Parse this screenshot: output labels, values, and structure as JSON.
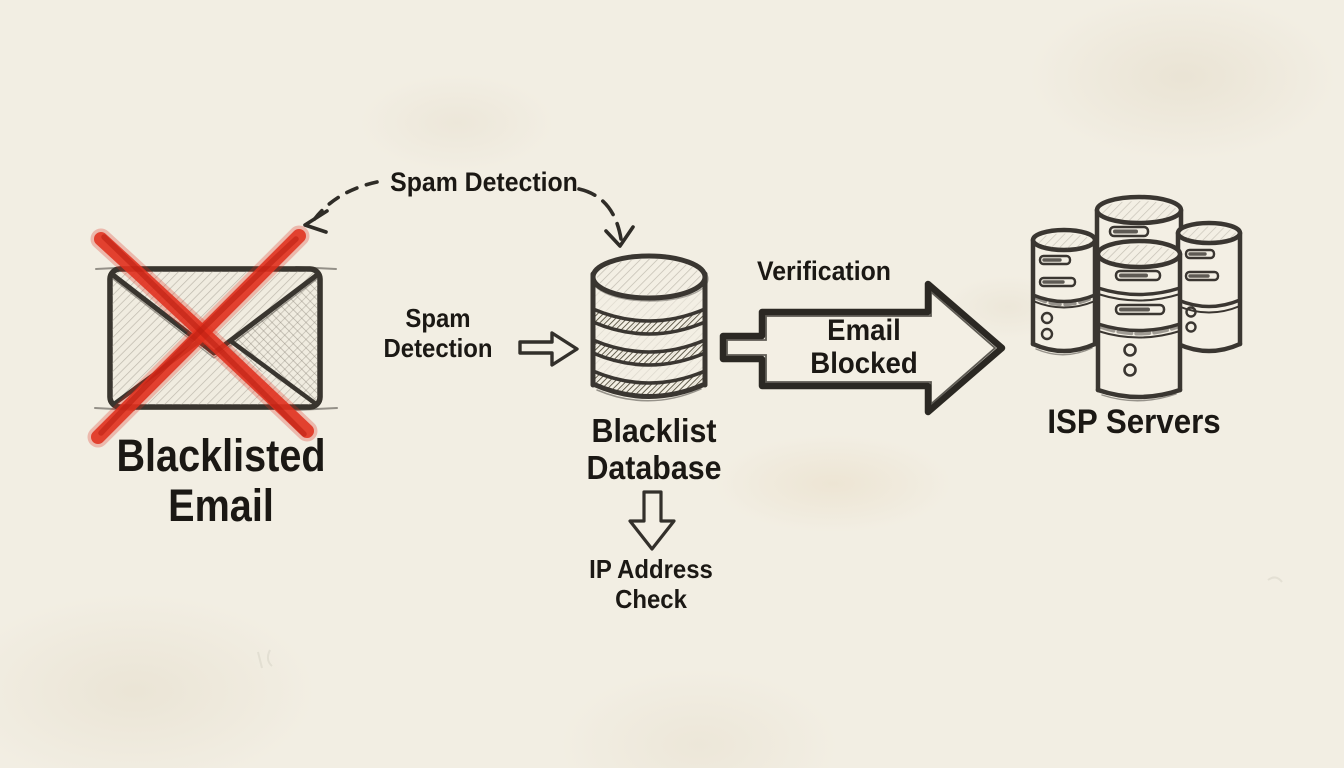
{
  "canvas": {
    "background": "#f2eee3",
    "ink": "#38342e",
    "text_color": "#1b1814",
    "accent_red": "#e0301e"
  },
  "nodes": {
    "blacklisted_email": {
      "icon": "envelope-crossed-red-x-icon",
      "label_line1": "Blacklisted",
      "label_line2": "Email"
    },
    "blacklist_database": {
      "icon": "database-cylinder-icon",
      "label_line1": "Blacklist",
      "label_line2": "Database"
    },
    "isp_servers": {
      "icon": "server-cluster-icon",
      "label": "ISP Servers"
    }
  },
  "flows": {
    "spam_detection_arc": {
      "label": "Spam Detection",
      "style": "dashed-curved-arrow-both-ends"
    },
    "spam_detection_input": {
      "label_line1": "Spam",
      "label_line2": "Detection",
      "icon": "small-right-arrow-icon"
    },
    "verification": {
      "label": "Verification"
    },
    "email_blocked": {
      "label_line1": "Email",
      "label_line2": "Blocked",
      "icon": "block-arrow-right-icon"
    },
    "ip_address_check": {
      "label_line1": "IP Address",
      "label_line2": "Check",
      "icon": "down-arrow-icon"
    }
  }
}
